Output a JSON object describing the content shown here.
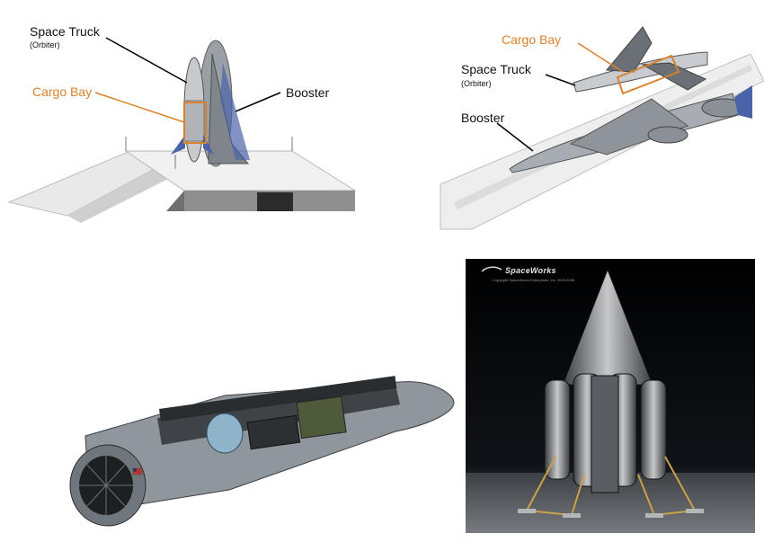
{
  "panels": {
    "vertical": {
      "labels": {
        "space_truck": "Space Truck",
        "orbiter": "(Orbiter)",
        "cargo_bay": "Cargo Bay",
        "booster": "Booster"
      }
    },
    "horizontal": {
      "labels": {
        "cargo_bay": "Cargo Bay",
        "space_truck": "Space Truck",
        "orbiter": "(Orbiter)",
        "booster": "Booster"
      }
    },
    "render": {
      "brand": "SpaceWorks",
      "copyright": "Copyright SpaceWorks Enterprises, Inc. 2003-2008"
    }
  },
  "colors": {
    "accent_orange": "#d9822b",
    "label_black": "#111111",
    "leader_black": "#000000"
  }
}
